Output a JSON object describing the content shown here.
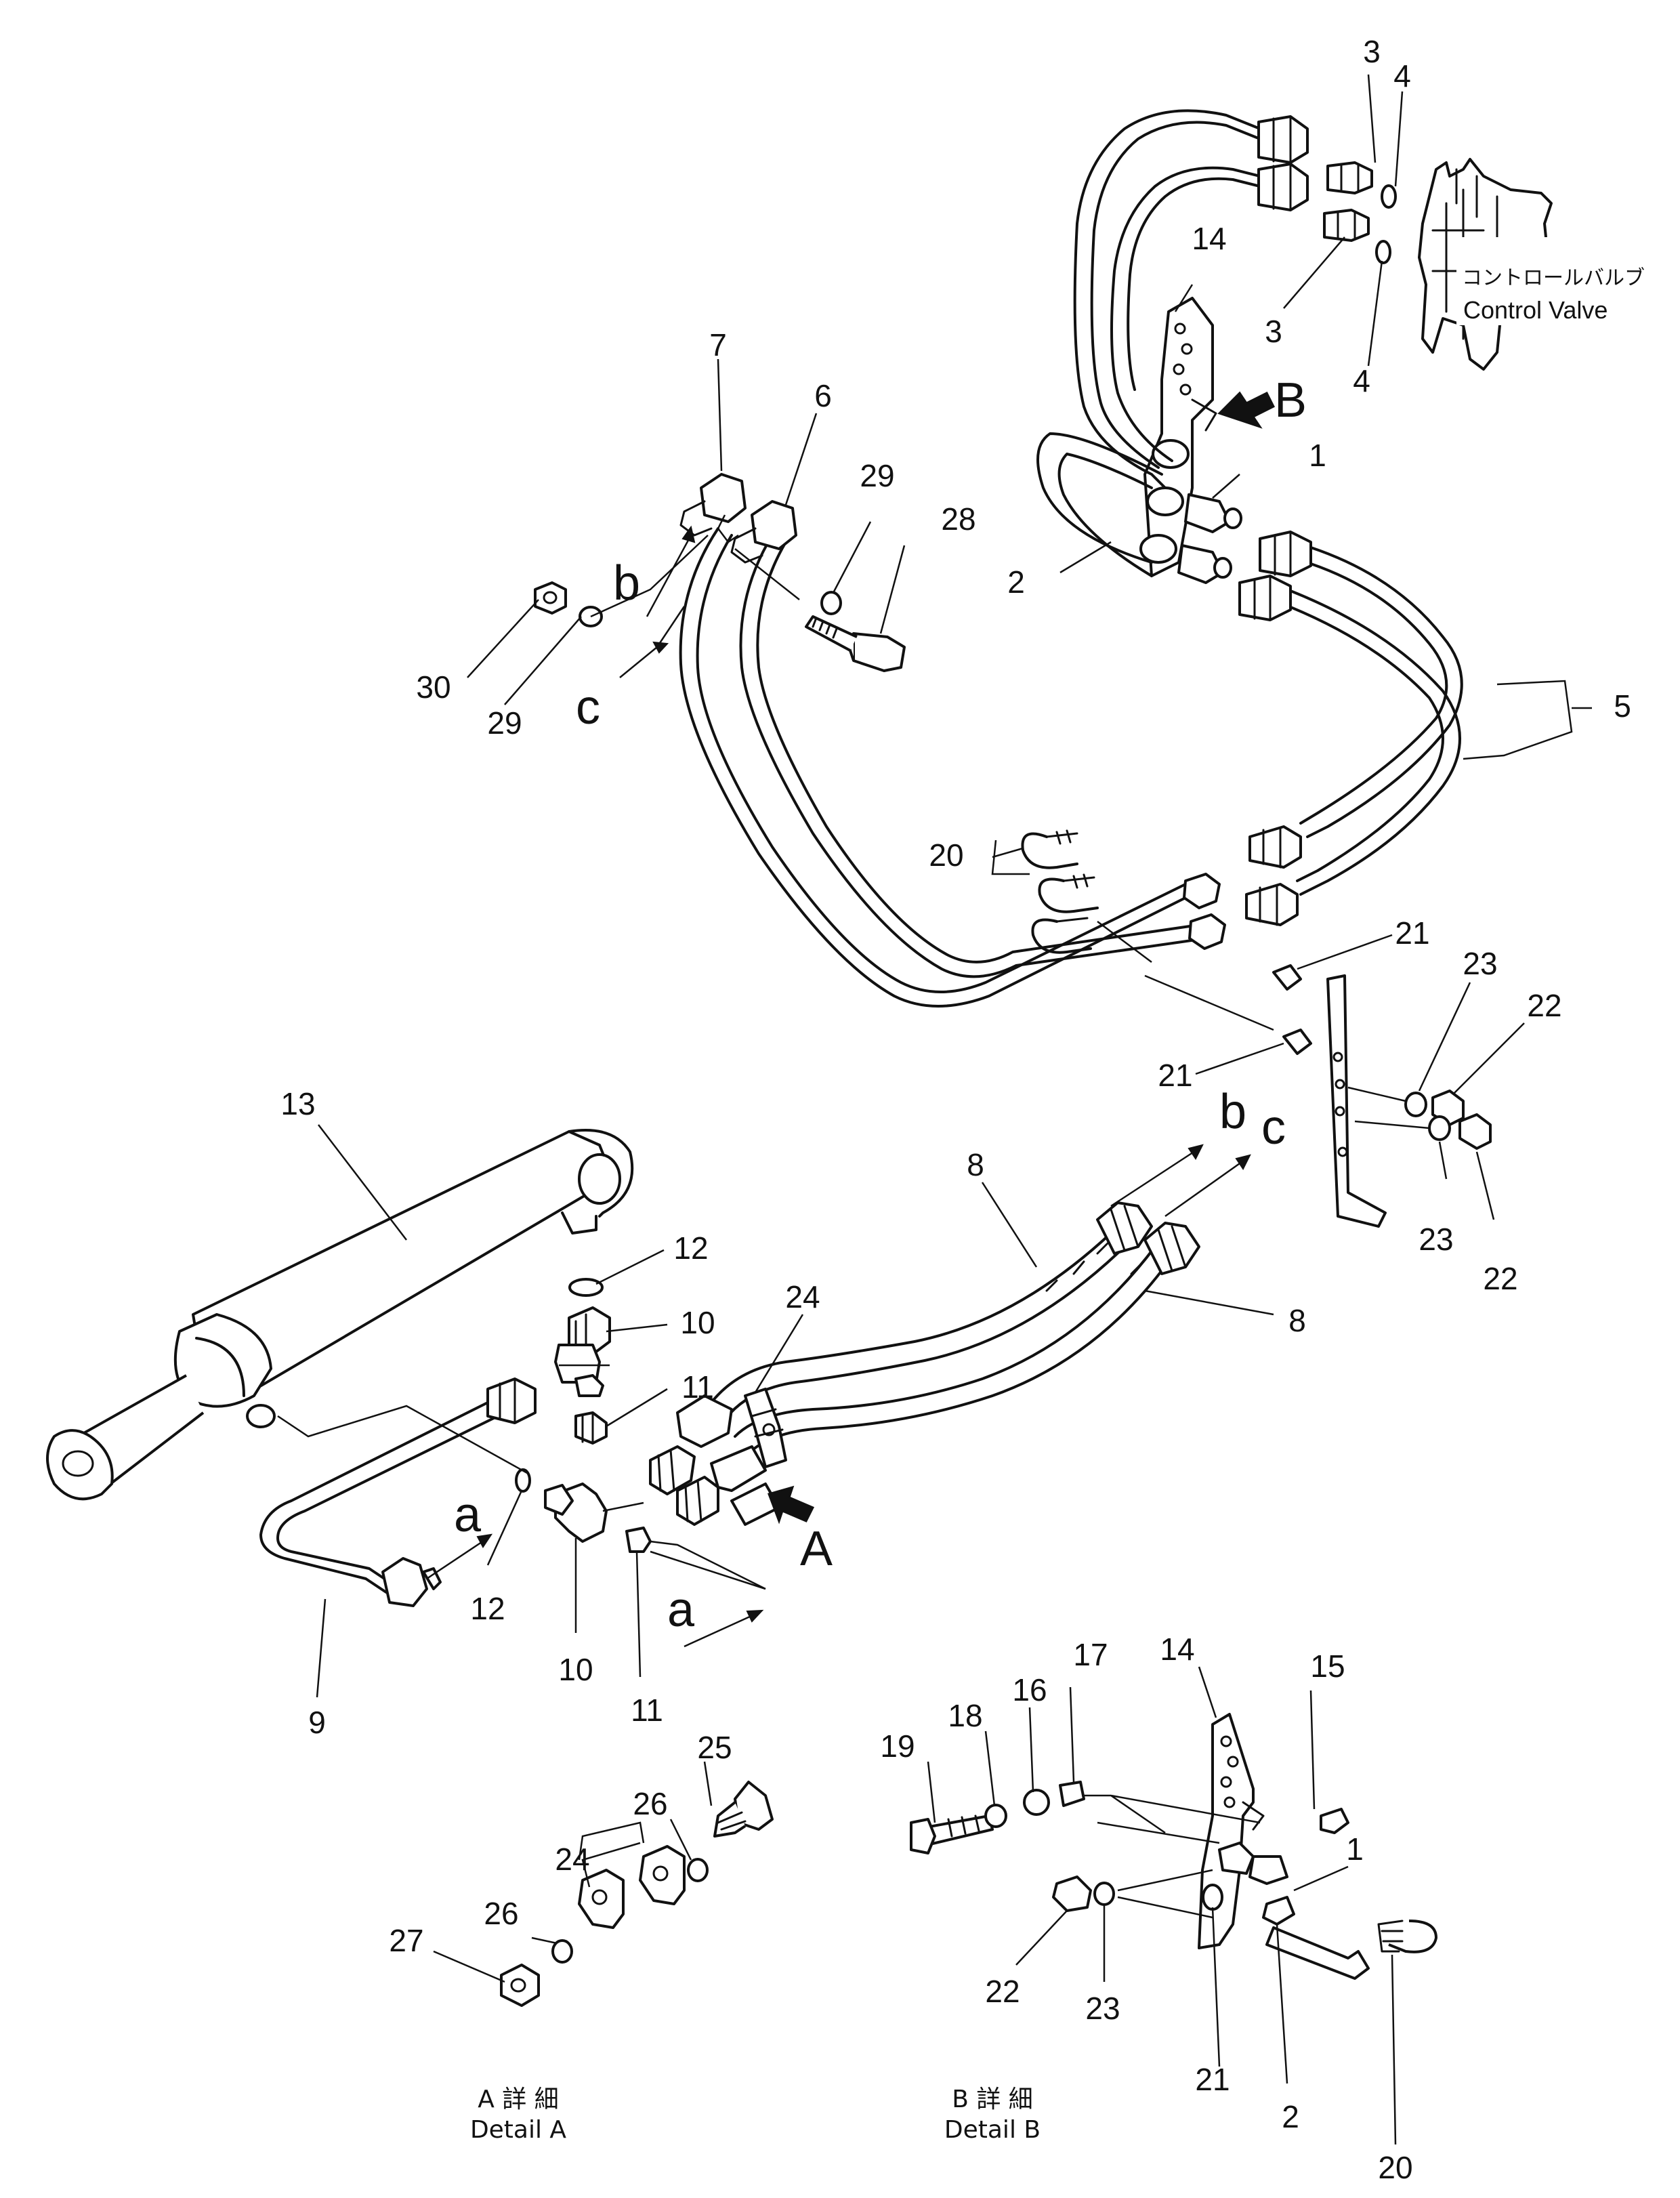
{
  "control_valve": {
    "label_jp": "コントロールバルブ",
    "label_en": "Control Valve"
  },
  "details": {
    "a": {
      "title_jp": "A 詳 細",
      "title_en": "Detail A"
    },
    "b": {
      "title_jp": "B 詳 細",
      "title_en": "Detail B"
    }
  },
  "view_letters": {
    "A": "A",
    "B": "B"
  },
  "connection_letters": {
    "b": "b",
    "c": "c",
    "a": "a"
  },
  "callouts": {
    "p1": "1",
    "p2": "2",
    "p3a": "3",
    "p3b": "3",
    "p4a": "4",
    "p4b": "4",
    "p5": "5",
    "p6": "6",
    "p7": "7",
    "p8a": "8",
    "p8b": "8",
    "p9": "9",
    "p10a": "10",
    "p10b": "10",
    "p11a": "11",
    "p11b": "11",
    "p12a": "12",
    "p12b": "12",
    "p13": "13",
    "p14": "14",
    "p20": "20",
    "p21a": "21",
    "p21b": "21",
    "p22a": "22",
    "p22b": "22",
    "p23a": "23",
    "p23b": "23",
    "p24": "24",
    "p28": "28",
    "p29a": "29",
    "p29b": "29",
    "p30": "30",
    "a24": "24",
    "a25": "25",
    "a26a": "26",
    "a26b": "26",
    "a27": "27",
    "b1": "1",
    "b2": "2",
    "b14": "14",
    "b15": "15",
    "b16": "16",
    "b17": "17",
    "b18": "18",
    "b19": "19",
    "b20": "20",
    "b21": "21",
    "b22": "22",
    "b23": "23"
  }
}
